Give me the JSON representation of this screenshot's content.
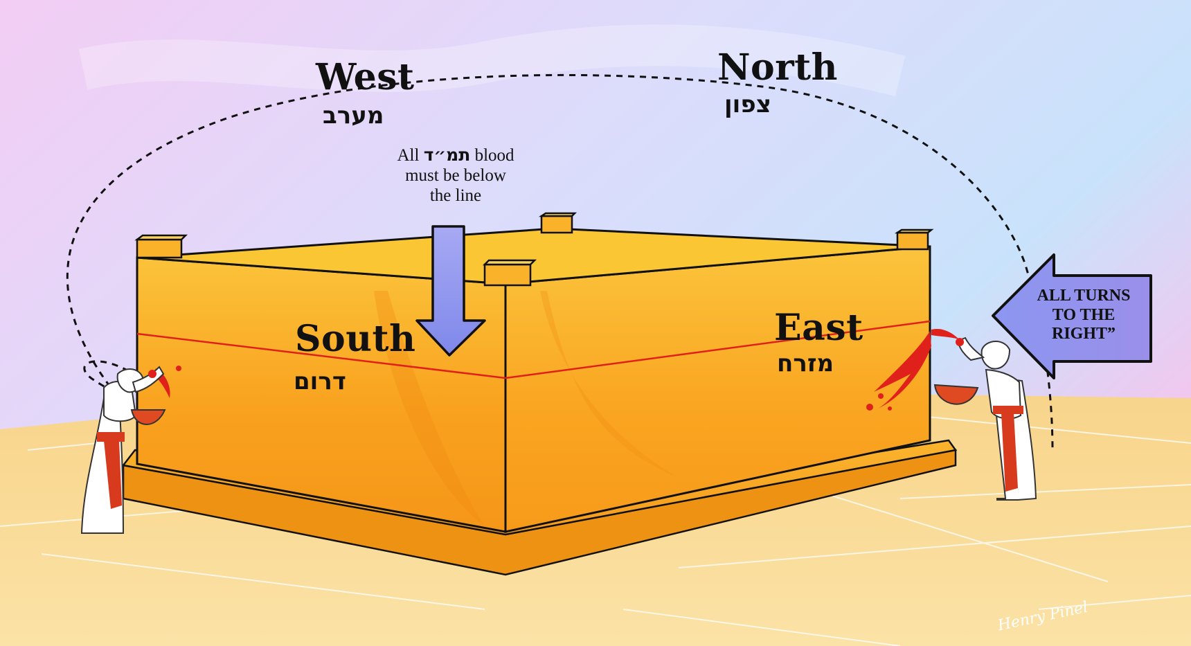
{
  "directions": {
    "west": {
      "en": "West",
      "he": "מערב"
    },
    "north": {
      "en": "North",
      "he": "צפון"
    },
    "south": {
      "en": "South",
      "he": "דרום"
    },
    "east": {
      "en": "East",
      "he": "מזרח"
    }
  },
  "blood_note": {
    "word_all": "All",
    "word_hebrew": "תמ״ד",
    "word_blood": "blood",
    "line2": "must be below",
    "line3": "the line"
  },
  "turns_note": {
    "line1": "ALL TURNS",
    "line2": "TO THE",
    "line3": "RIGHT”"
  },
  "signature": "Henry Pinel",
  "colors": {
    "altar_top": "#f7b52a",
    "altar_front": "#f9a51f",
    "red_line": "#e0201a",
    "arrow_fill": "#8f94ee",
    "floor": "#fbd98c",
    "robe": "#ffffff",
    "sash": "#d83a1d"
  },
  "icons": {
    "down_arrow": "down-arrow-icon",
    "left_arrow": "left-arrow-icon"
  }
}
